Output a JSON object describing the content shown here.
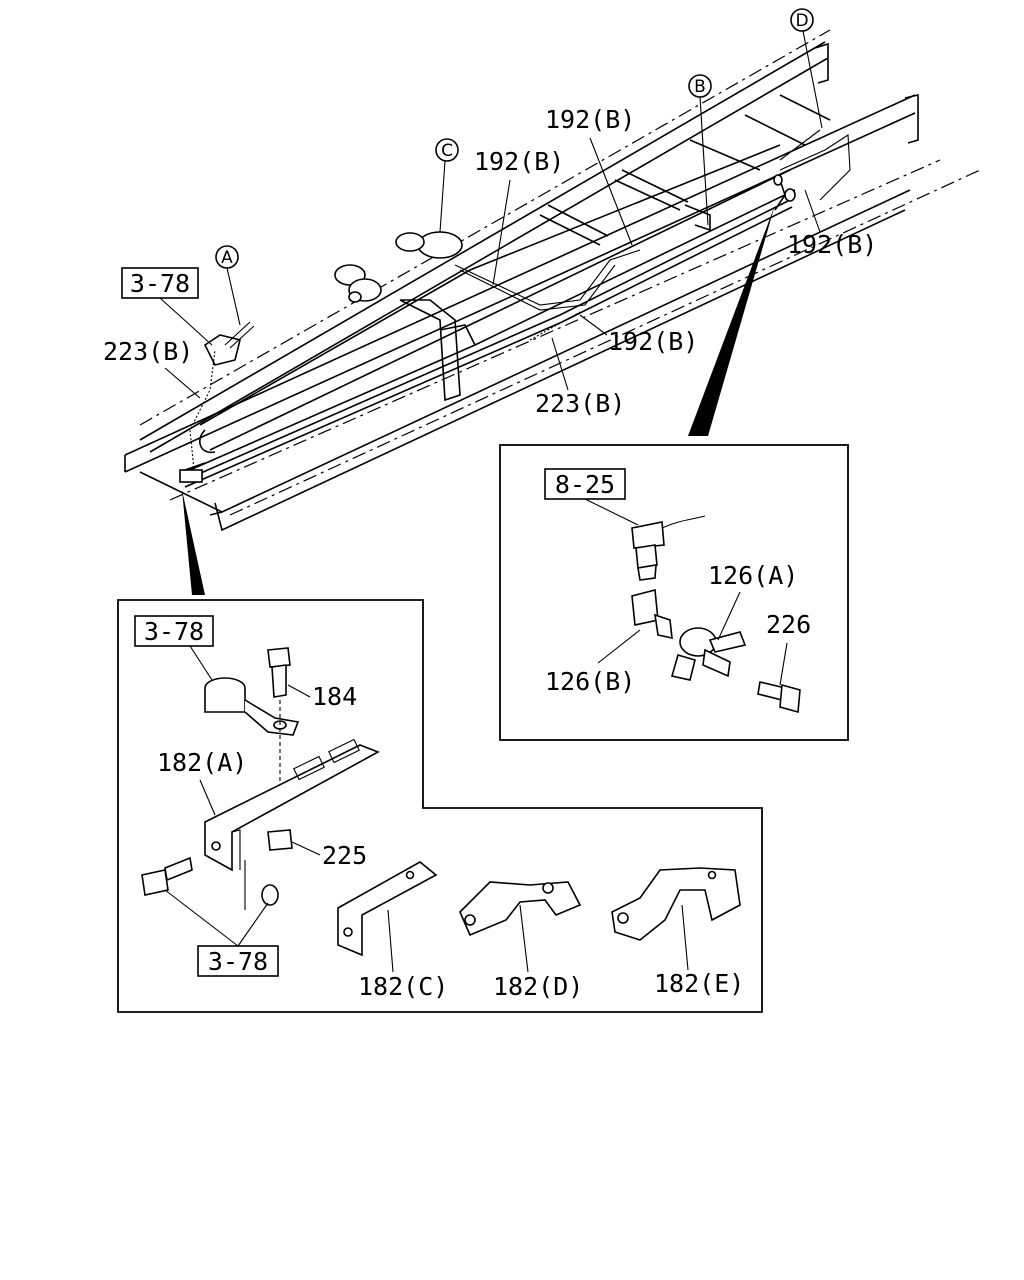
{
  "callouts": {
    "A": "A",
    "B": "B",
    "C": "C",
    "D": "D"
  },
  "refs": {
    "ref_3_78_top": "3-78",
    "ref_3_78_inset_top": "3-78",
    "ref_3_78_inset_bottom": "3-78",
    "ref_8_25": "8-25"
  },
  "labels": {
    "p192b_1": "192(B)",
    "p192b_2": "192(B)",
    "p192b_3": "192(B)",
    "p192b_4": "192(B)",
    "p223b_left": "223(B)",
    "p223b_mid": "223(B)",
    "p184": "184",
    "p182a": "182(A)",
    "p225": "225",
    "p182c": "182(C)",
    "p182d": "182(D)",
    "p182e": "182(E)",
    "p126a": "126(A)",
    "p126b": "126(B)",
    "p226": "226"
  }
}
